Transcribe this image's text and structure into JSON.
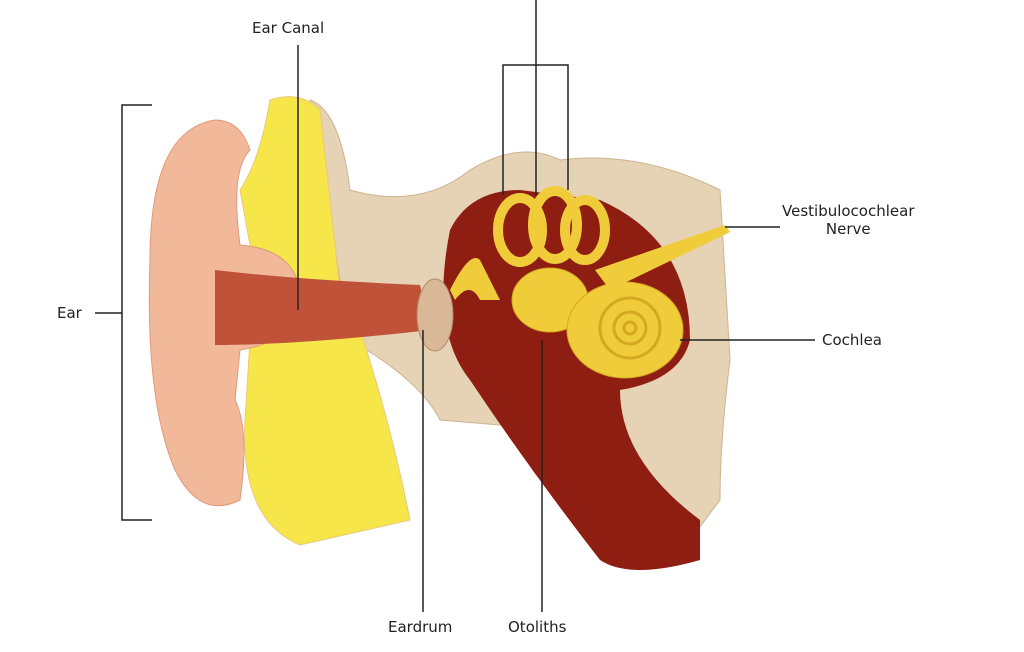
{
  "labels": {
    "ear_canal": "Ear Canal",
    "ear": "Ear",
    "vestibulocochlear_line1": "Vestibulocochlear",
    "vestibulocochlear_line2": "Nerve",
    "cochlea": "Cochlea",
    "eardrum": "Eardrum",
    "otoliths": "Otoliths"
  },
  "colors": {
    "skin": "#f2b89a",
    "fat": "#f7e64a",
    "bone": "#e6d2b4",
    "canal": "#c0523a",
    "inner_ear": "#f0cc3a",
    "cavity": "#8e1e12"
  }
}
